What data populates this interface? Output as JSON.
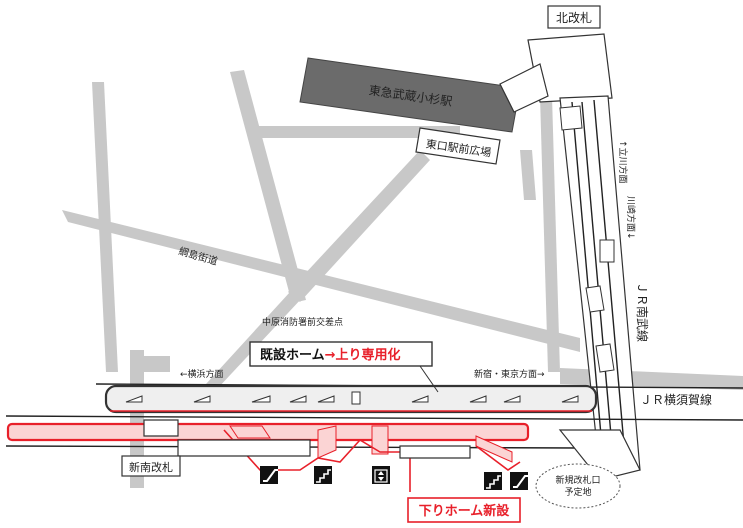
{
  "labels": {
    "north_gate": "北改札",
    "tokyu_station": "東急武蔵小杉駅",
    "east_plaza": "東口駅前広場",
    "tsunashima_road": "綱島街道",
    "fire_station_intersection": "中原消防署前交差点",
    "existing_platform_prefix": "既設ホーム",
    "existing_platform_arrow": "→",
    "existing_platform_suffix": "上り専用化",
    "to_yokohama": "←横浜方面",
    "to_shinjuku_tokyo": "新宿・東京方面→",
    "yokosuka_line": "ＪＲ横須賀線",
    "nambu_line": "ＪＲ南武線",
    "to_tachikawa": "↑立川方面",
    "to_kawasaki": "川崎方面↓",
    "shin_minami_gate": "新南改札",
    "new_gate_line1": "新規改札口",
    "new_gate_line2": "予定地",
    "new_down_platform": "下りホーム新設"
  },
  "icons": [
    {
      "name": "escalator-icon",
      "glyph": "⟋"
    },
    {
      "name": "stairs-icon",
      "glyph": "⌐"
    },
    {
      "name": "elevator-icon",
      "glyph": "⇅"
    },
    {
      "name": "stairs-icon-2",
      "glyph": "⌐"
    },
    {
      "name": "escalator-icon-2",
      "glyph": "⟋"
    }
  ],
  "colors": {
    "accent_red": "#e8202a",
    "new_platform_fill": "#fbd4d4",
    "road_gray": "#c8c8c8",
    "tokyu_building": "#6b6b6b"
  }
}
